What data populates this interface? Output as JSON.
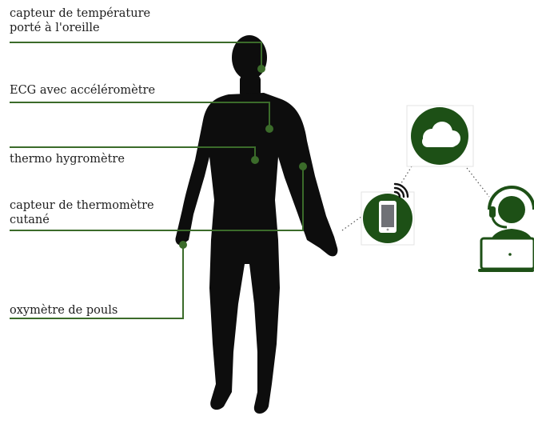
{
  "sensors": [
    {
      "line1": "capteur de température",
      "line2": "porté à l'oreille"
    },
    {
      "line1": "ECG avec accéléromètre",
      "line2": ""
    },
    {
      "line1": "thermo hygromètre",
      "line2": ""
    },
    {
      "line1": "capteur de thermomètre",
      "line2": "cutané"
    },
    {
      "line1": "oxymètre de pouls",
      "line2": ""
    }
  ],
  "colors": {
    "leader_line": "#3b6b2a",
    "silhouette": "#0d0d0d",
    "icon_green": "#1d5016",
    "cloud": "#ffffff"
  },
  "icons": [
    "cloud-icon",
    "smartphone-icon",
    "wifi-signal-icon",
    "doctor-headset-icon",
    "laptop-icon"
  ]
}
